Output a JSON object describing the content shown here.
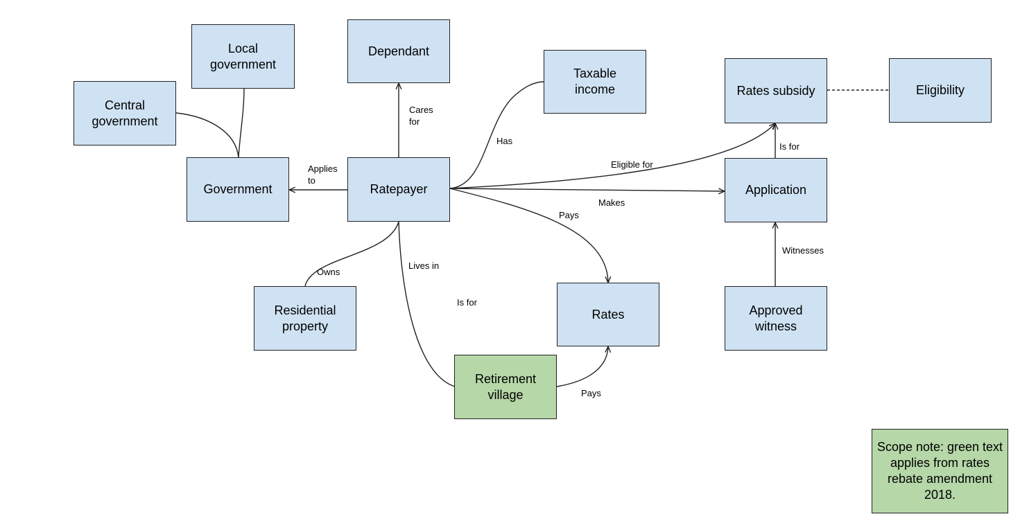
{
  "nodes": {
    "local_government": "Local\ngovernment",
    "dependant": "Dependant",
    "taxable_income": "Taxable\nincome",
    "rates_subsidy": "Rates subsidy",
    "eligibility": "Eligibility",
    "central_government": "Central\ngovernment",
    "government": "Government",
    "ratepayer": "Ratepayer",
    "application": "Application",
    "residential_property": "Residential\nproperty",
    "rates": "Rates",
    "approved_witness": "Approved\nwitness",
    "retirement_village": "Retirement\nvillage"
  },
  "edges": {
    "cares_for": "Cares\nfor",
    "has": "Has",
    "applies_to": "Applies\nto",
    "eligible_for": "Eligible for",
    "is_for_subsidy": "Is for",
    "makes": "Makes",
    "pays_ratepayer": "Pays",
    "owns": "Owns",
    "lives_in": "Lives in",
    "is_for_village": "Is for",
    "witnesses": "Witnesses",
    "pays_village": "Pays"
  },
  "scope_note": "Scope note: green text applies from rates rebate amendment 2018.",
  "colors": {
    "entity_fill": "#cfe2f3",
    "highlight_fill": "#b6d7a8",
    "note_fill": "#b6d7a8",
    "stroke": "#222222"
  }
}
